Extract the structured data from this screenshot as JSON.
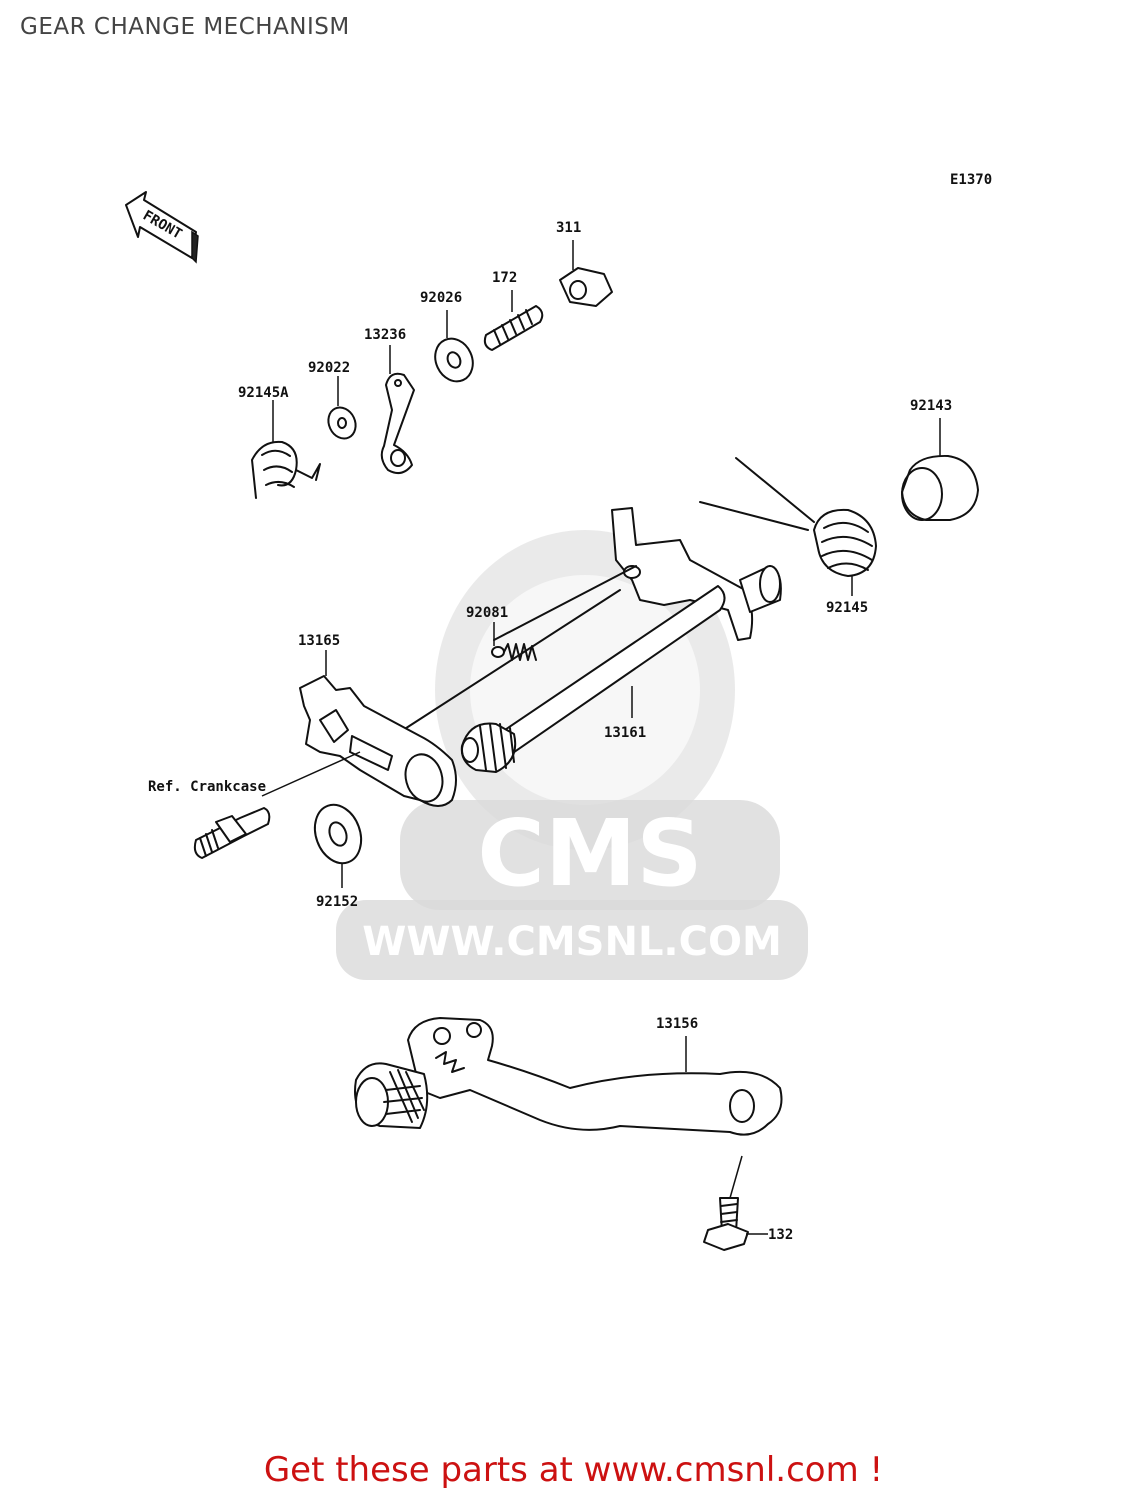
{
  "title": "GEAR CHANGE MECHANISM",
  "diagram_code": "E1370",
  "front_label": "FRONT",
  "watermark": {
    "brand": "CMS",
    "url": "WWW.CMSNL.COM"
  },
  "labels": {
    "p311": "311",
    "p172": "172",
    "p92026": "92026",
    "p13236": "13236",
    "p92022": "92022",
    "p92145A": "92145A",
    "p92143": "92143",
    "p92145": "92145",
    "p92081": "92081",
    "p13165": "13165",
    "p13161": "13161",
    "ref_crankcase": "Ref. Crankcase",
    "p92152": "92152",
    "p13156": "13156",
    "p132": "132"
  },
  "footer": "Get these parts at www.cmsnl.com !",
  "colors": {
    "footer": "#cc1111",
    "title": "#444444",
    "watermark": "#d9d9d9"
  }
}
